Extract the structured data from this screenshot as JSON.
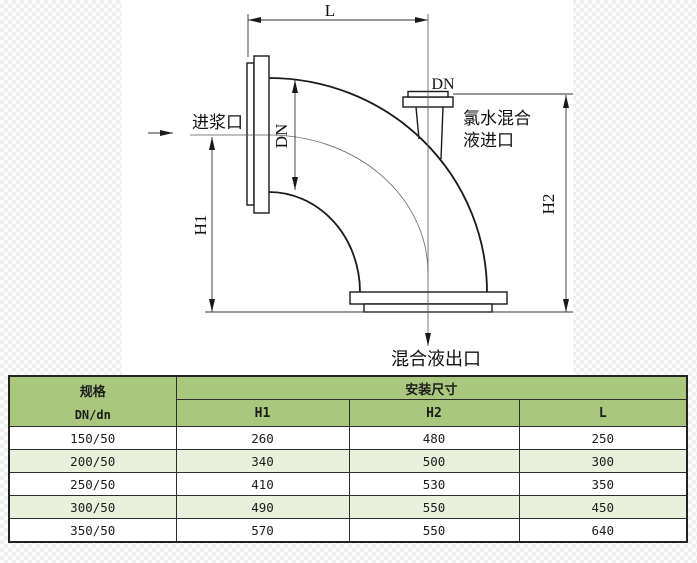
{
  "diagram": {
    "dim_l": "L",
    "dim_dn_branch": "DN",
    "dim_dn_inlet": "DN",
    "dim_h1": "H1",
    "dim_h2": "H2",
    "label_inlet": "进浆口",
    "label_branch_line1": "氯水混合",
    "label_branch_line2": "液进口",
    "label_outlet": "混合液出口"
  },
  "table": {
    "spec_header": "规格",
    "spec_sub": "DN/dn",
    "install_header": "安装尺寸",
    "columns": [
      "H1",
      "H2",
      "L"
    ],
    "rows": [
      {
        "dn": "150/50",
        "h1": "260",
        "h2": "480",
        "l": "250"
      },
      {
        "dn": "200/50",
        "h1": "340",
        "h2": "500",
        "l": "300"
      },
      {
        "dn": "250/50",
        "h1": "410",
        "h2": "530",
        "l": "350"
      },
      {
        "dn": "300/50",
        "h1": "490",
        "h2": "550",
        "l": "450"
      },
      {
        "dn": "350/50",
        "h1": "570",
        "h2": "550",
        "l": "640"
      }
    ]
  },
  "colors": {
    "header_green": "#a9c87e",
    "row_tint": "#e9f1dc",
    "line": "#1a1a1a"
  }
}
